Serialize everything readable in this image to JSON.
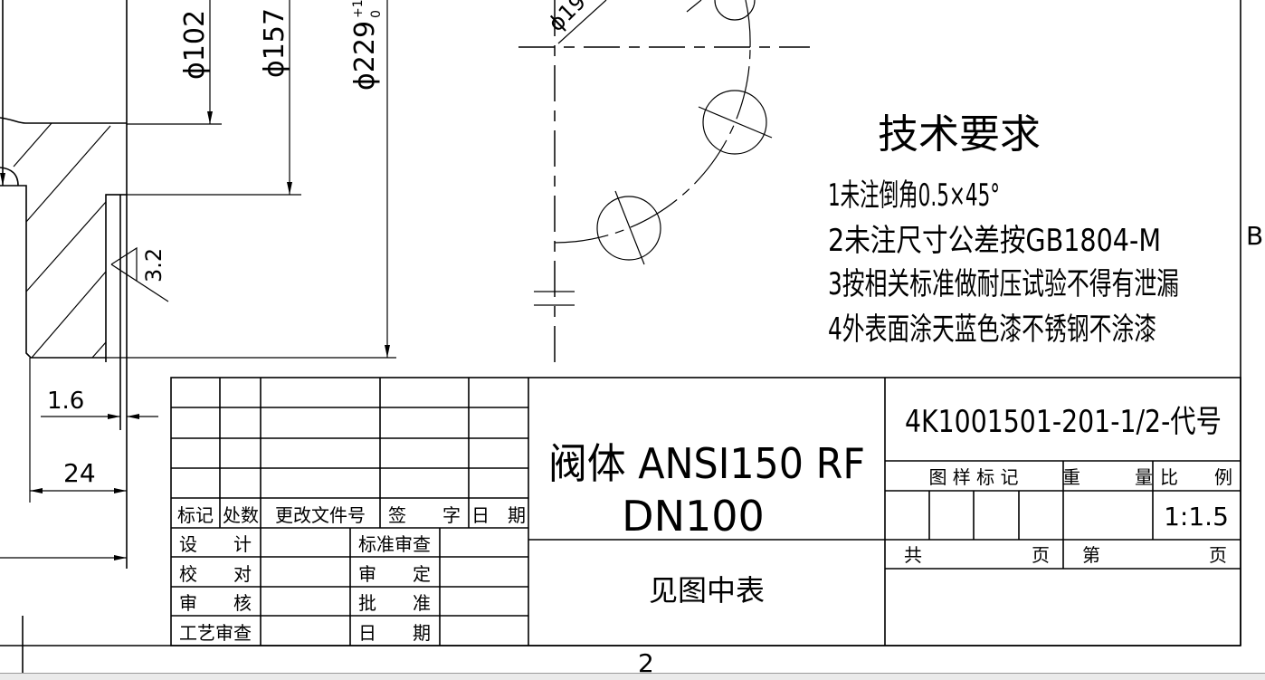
{
  "dimensions": {
    "d102": "ϕ102",
    "d157": "ϕ157",
    "d229": "ϕ229",
    "d229_tol_upper": "+1",
    "d229_tol_lower": "0",
    "bolt_circle_partial": "ϕ19",
    "roughness": "3.2",
    "dim_1_6": "1.6",
    "dim_24": "24"
  },
  "technical_requirements": {
    "title": "技术要求",
    "items": [
      "1未注倒角0.5×45°",
      "2未注尺寸公差按GB1804-M",
      "3按相关标准做耐压试验不得有泄漏",
      "4外表面涂天蓝色漆不锈钢不涂漆"
    ]
  },
  "border": {
    "zone_letter": "B",
    "zone_number": "2"
  },
  "title_block": {
    "revision_headers": [
      "标记",
      "处数",
      "更改文件号",
      "签　　字",
      "日　期"
    ],
    "sign_rows_left": [
      "设　　计",
      "校　　对",
      "审　　核",
      "工艺审查"
    ],
    "sign_rows_right": [
      "标准审查",
      "审　　定",
      "批　　准",
      "日　　期"
    ],
    "part_name_line1": "阀体 ANSI150 RF",
    "part_name_line2": "DN100",
    "material": "见图中表",
    "drawing_number": "4K1001501-201-1/2-代号",
    "drawing_mark_label": "图 样 标 记",
    "weight_label": "重　　　量",
    "scale_label": "比　　例",
    "scale_value": "1:1.5",
    "total_pages_label_1": "共",
    "total_pages_label_2": "页",
    "page_label_1": "第",
    "page_label_2": "页"
  }
}
